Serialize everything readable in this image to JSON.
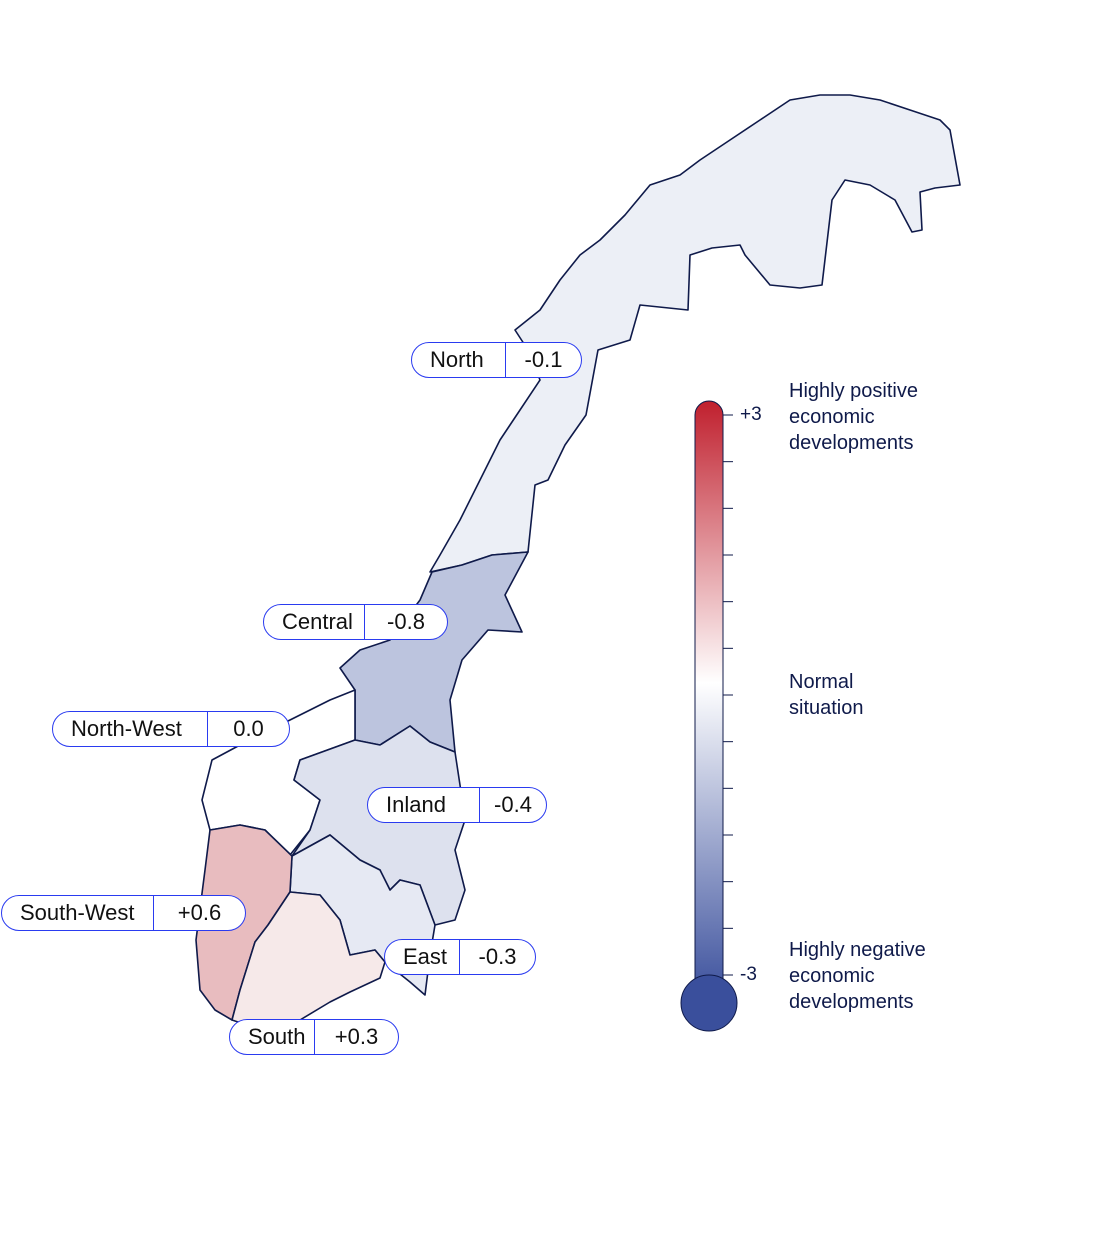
{
  "regions": [
    {
      "id": "north",
      "name": "North",
      "value": "-0.1",
      "color": "#eceff6"
    },
    {
      "id": "central",
      "name": "Central",
      "value": "-0.8",
      "color": "#bcc4de"
    },
    {
      "id": "north-west",
      "name": "North-West",
      "value": "0.0",
      "color": "#ffffff"
    },
    {
      "id": "inland",
      "name": "Inland",
      "value": "-0.4",
      "color": "#dde1ee"
    },
    {
      "id": "south-west",
      "name": "South-West",
      "value": "+0.6",
      "color": "#e8bcbf"
    },
    {
      "id": "east",
      "name": "East",
      "value": "-0.3",
      "color": "#e6e9f3"
    },
    {
      "id": "south",
      "name": "South",
      "value": "+0.3",
      "color": "#f6e9e9"
    }
  ],
  "scale": {
    "max_label": "+3",
    "min_label": "-3",
    "top_text": [
      "Highly positive",
      "economic",
      "developments"
    ],
    "mid_text": [
      "Normal",
      "situation"
    ],
    "bottom_text": [
      "Highly negative",
      "economic",
      "developments"
    ],
    "top_color": "#c0202e",
    "mid_color": "#ffffff",
    "bottom_color": "#3a4f9c"
  }
}
